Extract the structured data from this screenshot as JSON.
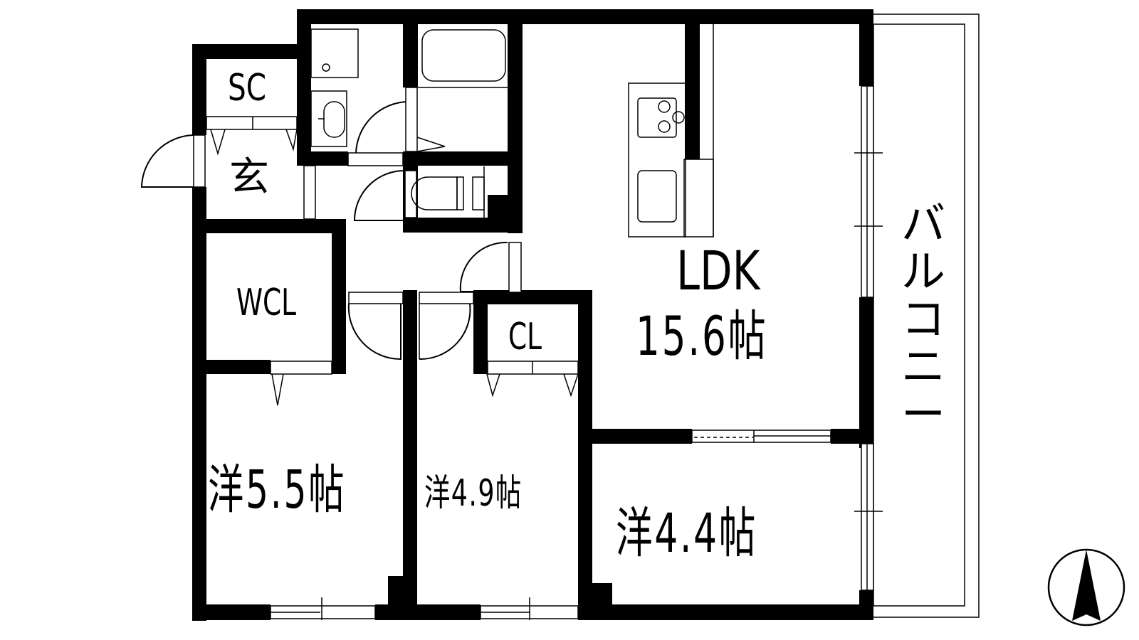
{
  "floor_plan": {
    "rooms": {
      "shoe_closet": {
        "label": "SC"
      },
      "entrance": {
        "label": "玄"
      },
      "walk_in_closet": {
        "label": "WCL"
      },
      "closet": {
        "label": "CL"
      },
      "ldk": {
        "label": "LDK",
        "size": "15.6帖"
      },
      "western_room_1": {
        "label": "洋5.5帖"
      },
      "western_room_2": {
        "label": "洋4.9帖"
      },
      "western_room_3": {
        "label": "洋4.4帖"
      },
      "balcony": {
        "label": "バルコニー",
        "chars": [
          "バ",
          "ル",
          "コ",
          "ニ",
          "ー"
        ]
      }
    },
    "fixtures": [
      "washing-machine",
      "wash-basin",
      "bathtub",
      "toilet",
      "kitchen-stove",
      "kitchen-sink"
    ],
    "compass": {
      "direction": "north-up"
    },
    "colors": {
      "wall": "#000000",
      "background": "#ffffff"
    }
  }
}
